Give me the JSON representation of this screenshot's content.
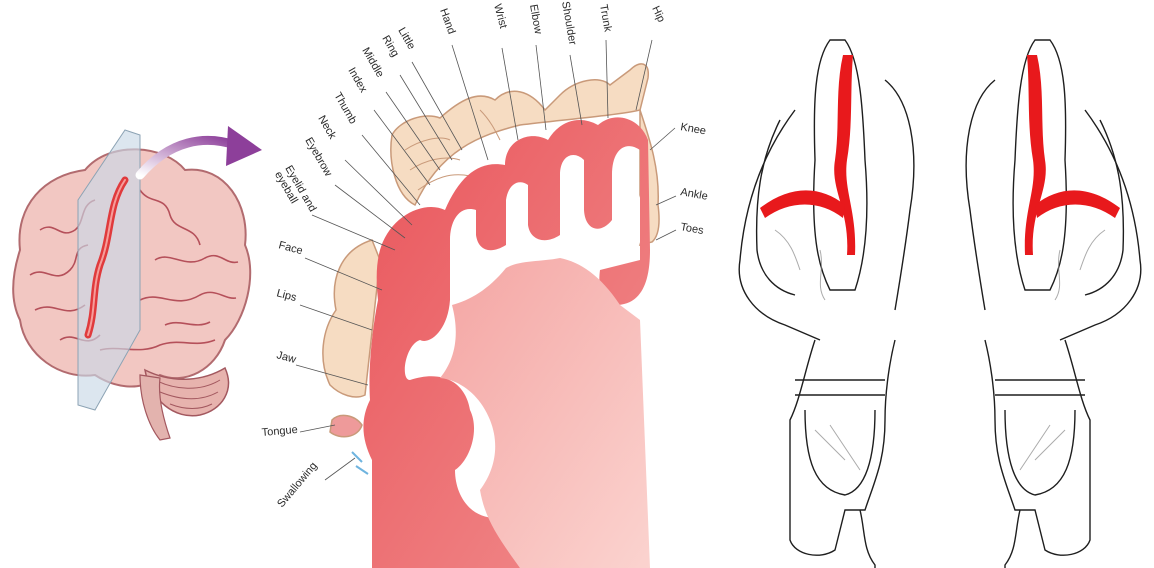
{
  "colors": {
    "brain_fill": "#f2c7c2",
    "brain_sulci": "#b5505a",
    "motor_strip": "#e03a3c",
    "cortex_red": "#ea5a5f",
    "cortex_light": "#f7b9b5",
    "body_beige": "#f6dcc2",
    "body_outline": "#c99a7a",
    "arrow_purple": "#8d3f9a",
    "slice_red": "#e8191c",
    "slice_outline": "#1e1e1e"
  },
  "icons": {
    "brain": "brain-illustration-icon",
    "arrow": "curved-arrow-icon"
  },
  "homunculus": {
    "top_labels": [
      {
        "key": "eyelid",
        "lines": [
          "Eyelid and",
          "eyeball"
        ]
      },
      {
        "key": "eyebrow",
        "lines": [
          "Eyebrow"
        ]
      },
      {
        "key": "neck",
        "lines": [
          "Neck"
        ]
      },
      {
        "key": "thumb",
        "lines": [
          "Thumb"
        ]
      },
      {
        "key": "index",
        "lines": [
          "Index"
        ]
      },
      {
        "key": "middle",
        "lines": [
          "Middle"
        ]
      },
      {
        "key": "ring",
        "lines": [
          "Ring"
        ]
      },
      {
        "key": "little",
        "lines": [
          "Little"
        ]
      },
      {
        "key": "hand",
        "lines": [
          "Hand"
        ]
      },
      {
        "key": "wrist",
        "lines": [
          "Wrist"
        ]
      },
      {
        "key": "elbow",
        "lines": [
          "Elbow"
        ]
      },
      {
        "key": "shoulder",
        "lines": [
          "Shoulder"
        ]
      },
      {
        "key": "trunk",
        "lines": [
          "Trunk"
        ]
      },
      {
        "key": "hip",
        "lines": [
          "Hip"
        ]
      }
    ],
    "left_labels": [
      {
        "key": "face",
        "text": "Face"
      },
      {
        "key": "lips",
        "text": "Lips"
      },
      {
        "key": "jaw",
        "text": "Jaw"
      },
      {
        "key": "tongue",
        "text": "Tongue"
      },
      {
        "key": "swallowing",
        "text": "Swallowing"
      }
    ],
    "right_labels": [
      {
        "key": "knee",
        "text": "Knee"
      },
      {
        "key": "ankle",
        "text": "Ankle"
      },
      {
        "key": "toes",
        "text": "Toes"
      }
    ]
  }
}
